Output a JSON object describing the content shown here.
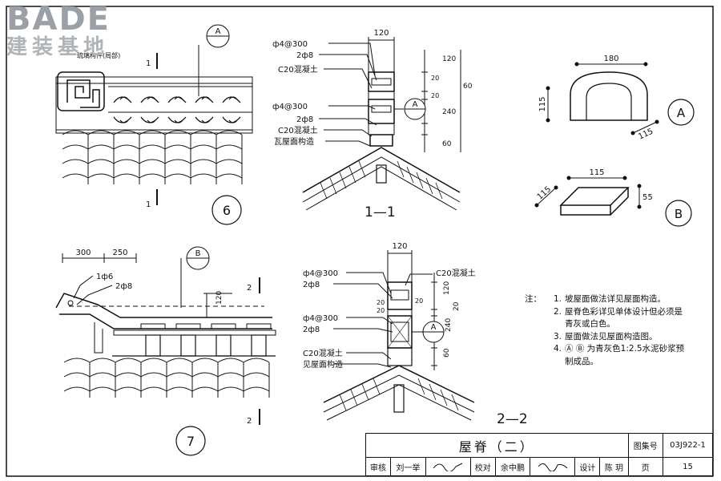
{
  "logo": {
    "brand": "BADE",
    "subtitle": "建装基地"
  },
  "detail6": {
    "callout_A": "A",
    "cut_mark_top": "1",
    "cut_mark_bottom": "1",
    "label": "6",
    "small_note": "琉璃构件(局部)"
  },
  "section11": {
    "dim_top": "120",
    "labels": [
      "ф4@300",
      "2ф8",
      "C20混凝土",
      "ф4@300",
      "2ф8",
      "C20混凝土",
      "瓦屋面构造"
    ],
    "dims_right": [
      "120",
      "20",
      "60",
      "20",
      "240",
      "60"
    ],
    "callout_A": "A",
    "title": "1—1"
  },
  "detailA": {
    "dim_top": "180",
    "dim_left": "115",
    "dim_diag": "115",
    "label": "A"
  },
  "detailB": {
    "dim_top": "115",
    "dim_left": "115",
    "dim_right": "55",
    "label": "B"
  },
  "detail7": {
    "dims_top": [
      "300",
      "250"
    ],
    "labels": [
      "1ф6",
      "2ф8"
    ],
    "callout_B": "B",
    "dim_side": "120",
    "cut_mark_top": "2",
    "cut_mark_bottom": "2",
    "label": "7"
  },
  "section22": {
    "dim_top": "120",
    "labels": [
      "ф4@300",
      "2ф8",
      "ф4@300",
      "2ф8",
      "C20混凝土",
      "见屋面构造"
    ],
    "label_right": "C20混凝土",
    "dims_right": [
      "20",
      "120",
      "20",
      "240",
      "60"
    ],
    "dims_left": [
      "20",
      "20"
    ],
    "callout_A": "A",
    "title": "2—2"
  },
  "notes": {
    "heading": "注：",
    "items": [
      {
        "num": "1.",
        "text": "坡屋面做法详见屋面构造。"
      },
      {
        "num": "2.",
        "text": "屋脊色彩详见单体设计但必须是青灰或白色。"
      },
      {
        "num": "3.",
        "text": "屋面做法见屋面构造图。"
      },
      {
        "num": "4.",
        "text": "Ⓐ Ⓑ 为青灰色1:2.5水泥砂浆预制成品。"
      }
    ]
  },
  "title_block": {
    "title": "屋脊（二）",
    "atlas_label": "图集号",
    "atlas_no": "03J922-1",
    "review_label": "审核",
    "reviewer": "刘一举",
    "check_label": "校对",
    "checker": "余中鹏",
    "design_label": "设计",
    "designer": "陈 玥",
    "page_label": "页",
    "page_no": "15"
  }
}
